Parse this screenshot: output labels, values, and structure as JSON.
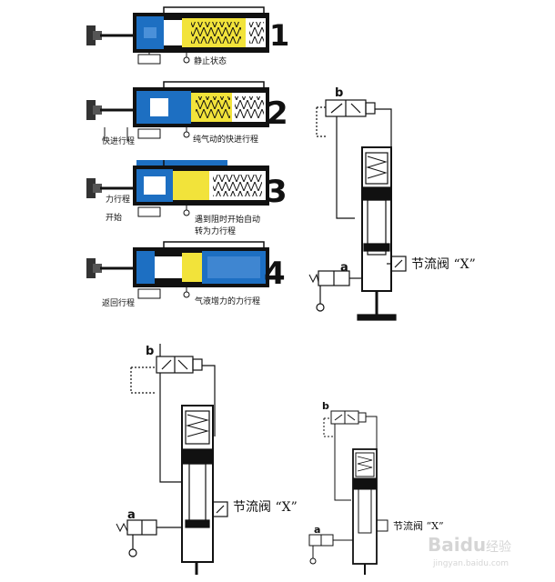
{
  "stages": [
    {
      "number": "1",
      "caption_main": "静止状态",
      "caption_left": ""
    },
    {
      "number": "2",
      "caption_main": "纯气动的快进行程",
      "caption_left": "快进行程"
    },
    {
      "number": "3",
      "caption_main": "遇到阻时开始自动",
      "caption_main2": "转为力行程",
      "caption_left": "力行程",
      "caption_left2": "开始"
    },
    {
      "number": "4",
      "caption_main": "气液增力的力行程",
      "caption_left": "返回行程"
    }
  ],
  "circuits": [
    {
      "valve_b": "b",
      "valve_a": "a",
      "throttle_label": "节流阀 “X”"
    },
    {
      "valve_b": "b",
      "valve_a": "a",
      "throttle_label": "节流阀 “X”"
    },
    {
      "valve_b": "b",
      "valve_a": "a",
      "throttle_label": "节流阀 “X”"
    }
  ],
  "watermark": {
    "brand": "Baidu",
    "sub": "经验",
    "url": "jingyan.baidu.com"
  },
  "colors": {
    "blue": "#1d6fc2",
    "yellow": "#f2e33a",
    "black": "#111111",
    "light_blue": "#4a90d9"
  }
}
